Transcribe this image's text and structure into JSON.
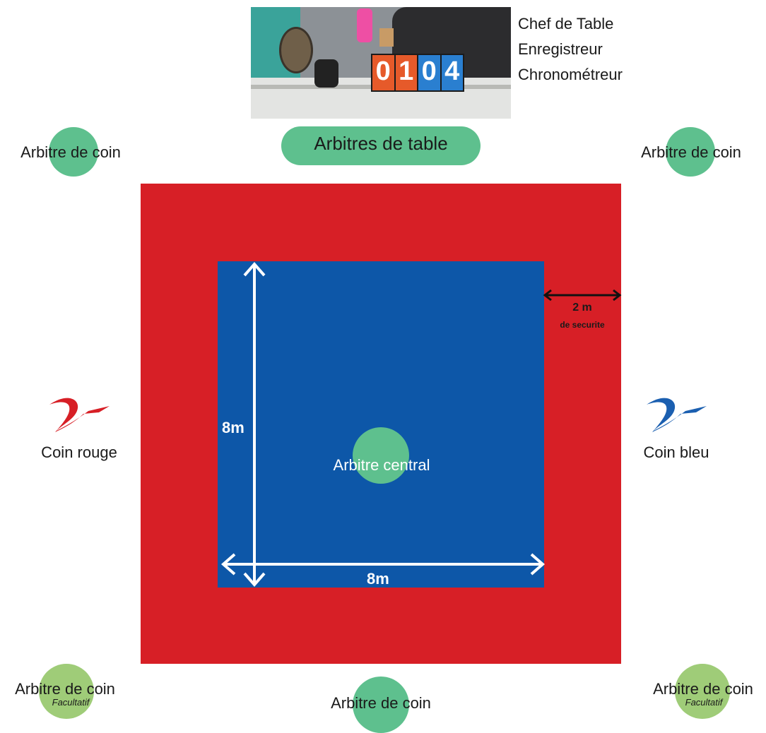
{
  "table_section": {
    "roles": [
      "Chef de Table",
      "Enregistreur",
      "Chronométreur"
    ],
    "pill_label": "Arbitres de table",
    "scoreboard_digits": [
      "0",
      "1",
      "0",
      "4"
    ]
  },
  "corner_judges": {
    "top_left": "Arbitre de coin",
    "top_right": "Arbitre de coin",
    "bottom_center": "Arbitre de coin",
    "bottom_left": "Arbitre de coin",
    "bottom_left_note": "Facultatif",
    "bottom_right": "Arbitre de coin",
    "bottom_right_note": "Facultatif"
  },
  "central": {
    "label": "Arbitre  central"
  },
  "dimensions": {
    "vertical": "8m",
    "horizontal": "8m",
    "safety_value": "2 m",
    "safety_label": "de securite"
  },
  "corners": {
    "red": "Coin rouge",
    "blue": "Coin bleu"
  },
  "colors": {
    "safety_zone": "#d71f26",
    "combat_area": "#0d57a8",
    "judge_circle": "#5ec08e",
    "optional_judge_circle": "#9fcc78",
    "red_corner": "#d71f26",
    "blue_corner": "#1b5fb0"
  }
}
